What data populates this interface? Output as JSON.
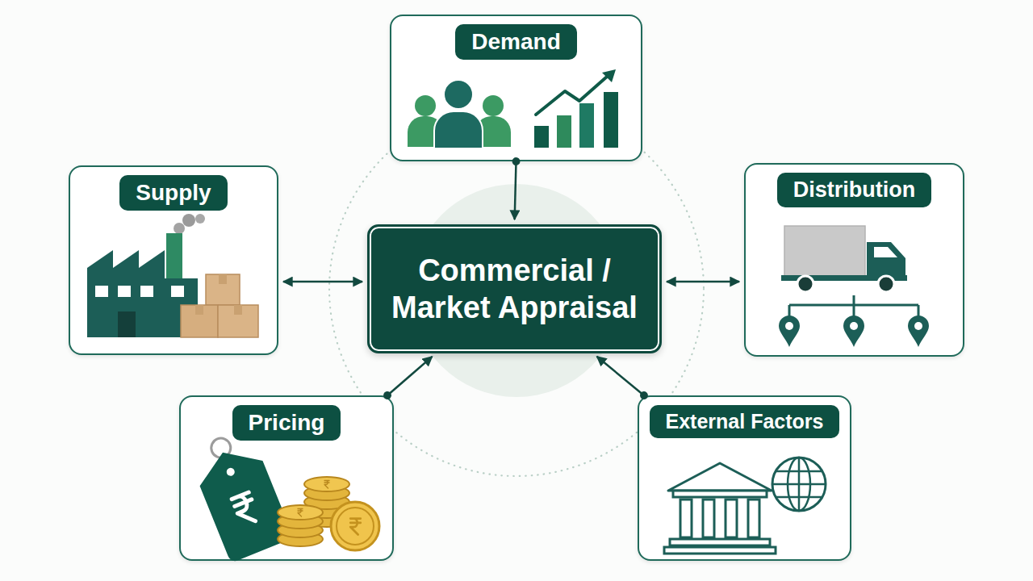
{
  "diagram": {
    "nodes": [
      {
        "text": [
          "Demand"
        ]
      },
      {
        "text": [
          "Supply"
        ]
      },
      {
        "text": [
          "Commercial / Market Appraisal"
        ]
      },
      {
        "text": [
          "Distribution"
        ]
      },
      {
        "text": [
          "Pricing"
        ]
      },
      {
        "text": [
          "External Factors"
        ]
      }
    ],
    "edges": [
      {
        "from": 0,
        "to": 2,
        "arrow": "to"
      },
      {
        "from": 1,
        "to": 2,
        "arrow": "both"
      },
      {
        "from": 2,
        "to": 3,
        "arrow": "both"
      },
      {
        "from": 4,
        "to": 2,
        "arrow": "to"
      },
      {
        "from": 5,
        "to": 2,
        "arrow": "to"
      }
    ]
  }
}
